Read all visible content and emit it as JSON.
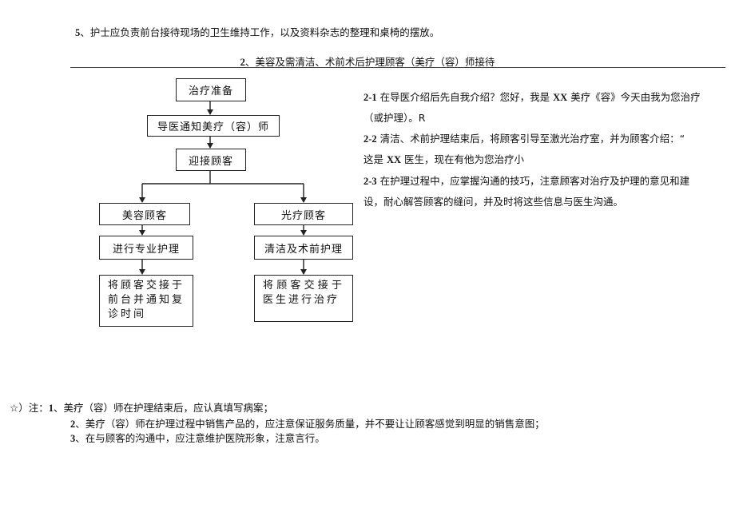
{
  "header": {
    "item5_num": "5",
    "item5_text": "、护士应负责前台接待现场的卫生维持工作，以及资料杂志的整理和桌椅的摆放。",
    "section_num": "2",
    "section_text": "、美容及需清洁、术前术后护理顾客（美疗（容）师接待"
  },
  "flowchart": {
    "prepare": "治疗准备",
    "notify": "导医通知美疗（容）师",
    "welcome": "迎接顾客",
    "beauty_client": "美容顾客",
    "laser_client": "光疗顾客",
    "professional_care": "进行专业护理",
    "clean_preop": "清洁及术前护理",
    "handover_front": "将顾客交接于前台并通知复诊时间",
    "handover_doctor": "将顾客交接于医生进行治疗"
  },
  "steps": [
    {
      "num": "2-1",
      "line1": " 在导医介绍后先自我介绍？您好，我是 ",
      "xx": "XX",
      "line1b": " 美疗《容》今天由我为您治疗",
      "line2": "（或护理）。R"
    },
    {
      "num": "2-2",
      "line1": " 清洁、术前护理结束后，将顾客引导至激光治疗室，并为顾客介绍：“",
      "line2a": "这是 ",
      "xx": "XX",
      "line2b": " 医生，现在有他为您治疗小"
    },
    {
      "num": "2-3",
      "line1": " 在护理过程中，应掌握沟通的技巧，注意顾客对治疗及护理的意见和建",
      "line2": "设，耐心解答顾客的缝问，并及时将这些信息与医生沟通。"
    }
  ],
  "notes": {
    "prefix": "☆）注：",
    "items": [
      {
        "num": "1",
        "text": "、美疗（容）师在护理结束后，应认真填写病案；"
      },
      {
        "num": "2",
        "text": "、美疗（容）师在护理过程中销售产品的，应注意保证服务质量，并不要让让顾客感觉到明显的销售意图；"
      },
      {
        "num": "3",
        "text": "、在与顾客的沟通中，应注意维护医院形象，注意言行。"
      }
    ]
  }
}
